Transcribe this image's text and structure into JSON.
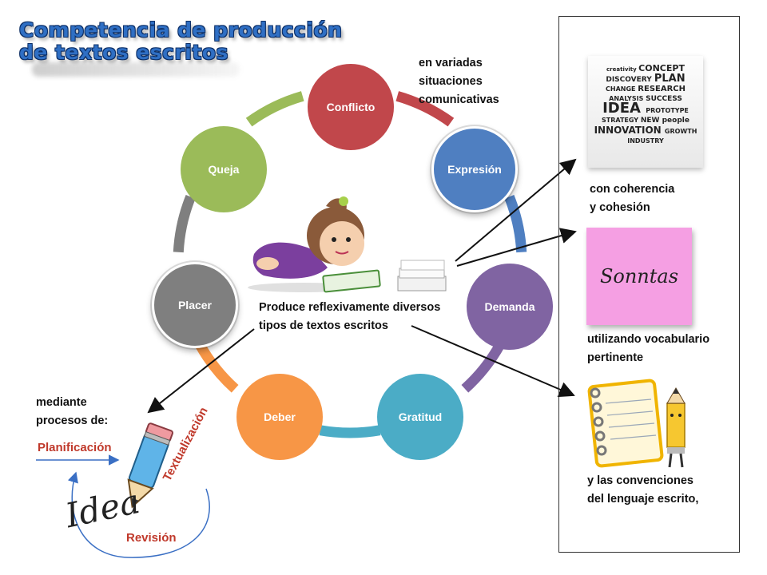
{
  "title": {
    "line1": "Competencia de producción",
    "line2": "de textos escritos"
  },
  "cycle": [
    {
      "label": "Conflicto",
      "color": "#c1474b"
    },
    {
      "label": "Expresión",
      "color": "#4f7fc1"
    },
    {
      "label": "Demanda",
      "color": "#8064a2"
    },
    {
      "label": "Gratitud",
      "color": "#4bacc6"
    },
    {
      "label": "Deber",
      "color": "#f79646"
    },
    {
      "label": "Placer",
      "color": "#7f7f7f"
    },
    {
      "label": "Queja",
      "color": "#9bbb59"
    }
  ],
  "center_text": [
    "Produce reflexivamente diversos",
    "tipos de textos escritos"
  ],
  "top_note": [
    "en variadas",
    "situaciones",
    "comunicativas"
  ],
  "right": {
    "coherence": [
      "con coherencia",
      "y cohesión"
    ],
    "vocabulary": [
      "utilizando vocabulario",
      "pertinente"
    ],
    "conventions": [
      "y las convenciones",
      "del lenguaje escrito,"
    ],
    "sticky_word": "Sonntas",
    "word_cloud": [
      "creativity",
      "CONCEPT",
      "DISCOVERY",
      "PLAN",
      "CHANGE",
      "RESEARCH",
      "ANALYSIS",
      "SUCCESS",
      "IDEA",
      "PROTOTYPE",
      "STRATEGY",
      "NEW",
      "people",
      "INNOVATION",
      "GROWTH",
      "INDUSTRY"
    ]
  },
  "left": {
    "intro": [
      "mediante",
      "procesos de:"
    ],
    "planning": "Planificación",
    "textualization": "Textualización",
    "revision": "Revisión",
    "idea_word": "Idea"
  }
}
